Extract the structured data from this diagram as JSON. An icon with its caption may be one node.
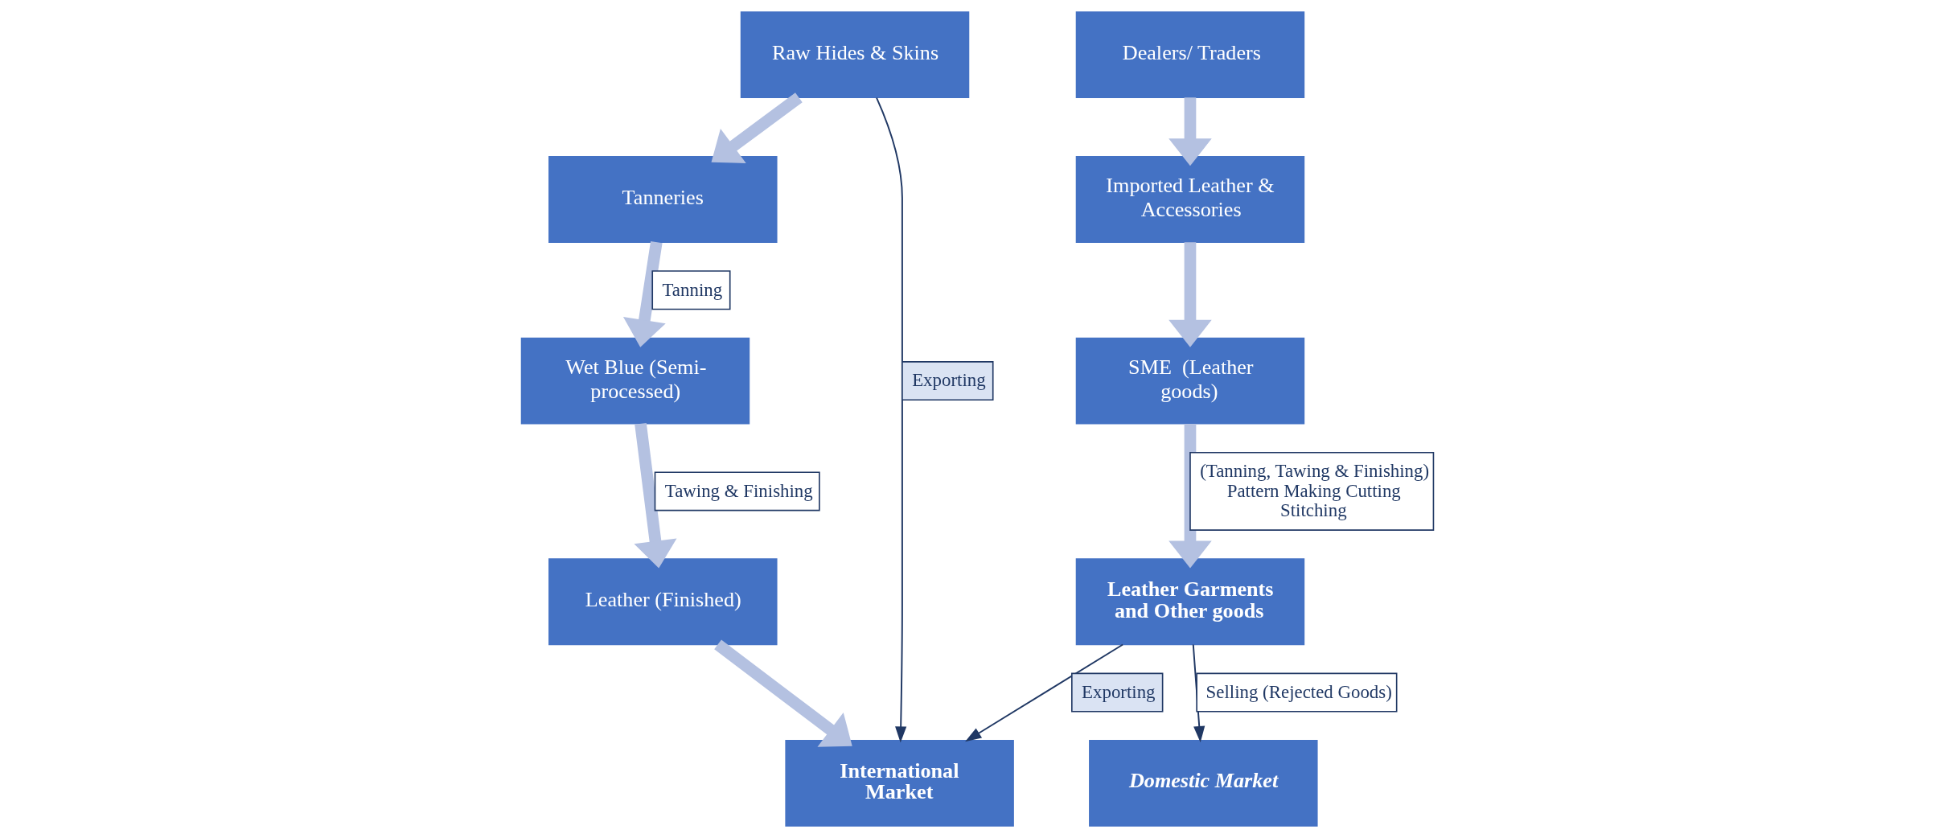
{
  "diagram": {
    "nodes": [
      {
        "text": [
          "Raw Hides & Skins"
        ]
      },
      {
        "text": [
          "Tanneries"
        ]
      },
      {
        "text": [
          "Wet Blue (Semi-processed)"
        ]
      },
      {
        "text": [
          "Leather (Finished)"
        ]
      },
      {
        "text": [
          "International Market"
        ]
      },
      {
        "text": [
          "Domestic Market"
        ]
      },
      {
        "text": [
          "Dealers/ Traders"
        ]
      },
      {
        "text": [
          "Imported Leather & Accessories"
        ]
      },
      {
        "text": [
          "SME  (Leather goods)"
        ]
      },
      {
        "text": [
          "Leather Garments and Other goods"
        ]
      }
    ],
    "edges": [
      {
        "from": 0,
        "to": 1,
        "arrow": "to"
      },
      {
        "from": 1,
        "to": 2,
        "arrow": "to",
        "label": "Tanning"
      },
      {
        "from": 2,
        "to": 3,
        "arrow": "to",
        "label": "Tawing & Finishing"
      },
      {
        "from": 3,
        "to": 4,
        "arrow": "to"
      },
      {
        "from": 0,
        "to": 4,
        "arrow": "to",
        "label": "Exporting",
        "color": "#203864"
      },
      {
        "from": 6,
        "to": 7,
        "arrow": "to"
      },
      {
        "from": 7,
        "to": 8,
        "arrow": "to"
      },
      {
        "from": 8,
        "to": 9,
        "arrow": "to",
        "label": "(Tanning, Tawing & Finishing) Pattern Making Cutting Stitching"
      },
      {
        "from": 9,
        "to": 5,
        "arrow": "to",
        "label": "Selling (Rejected Goods)",
        "color": "#203864"
      },
      {
        "from": 9,
        "to": 4,
        "arrow": "to",
        "label": "Exporting",
        "color": "#203864"
      }
    ]
  }
}
